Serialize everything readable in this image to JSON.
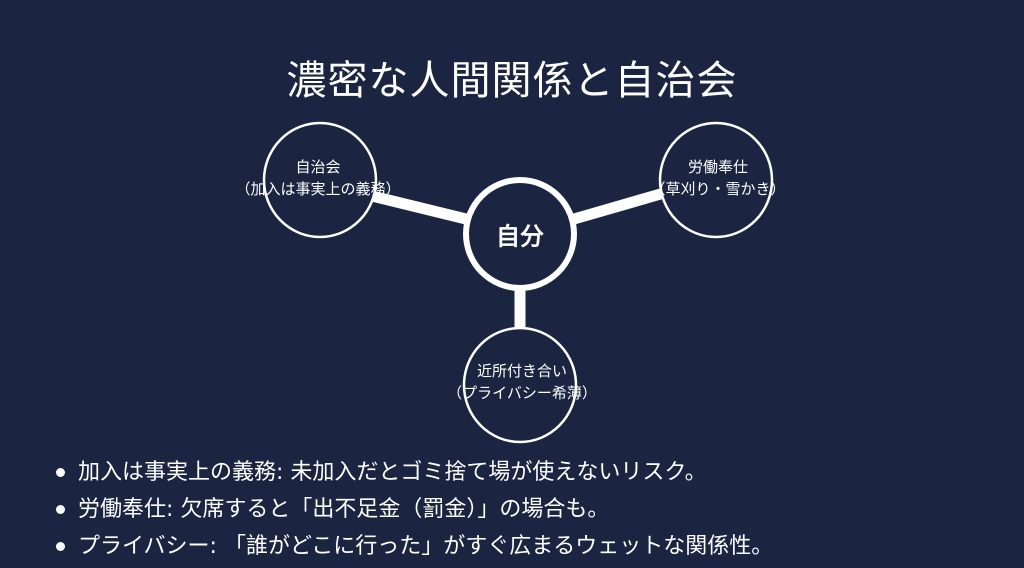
{
  "title": "濃密な人間関係と自治会",
  "diagram": {
    "center": "自分",
    "nodes": [
      {
        "line1": "自治会",
        "line2": "（加入は事実上の義務）"
      },
      {
        "line1": "労働奉仕",
        "line2": "（草刈り・雪かき）"
      },
      {
        "line1": "近所付き合い",
        "line2": "（プライバシー希薄）"
      }
    ]
  },
  "bullets": [
    "加入は事実上の義務: 未加入だとゴミ捨て場が使えないリスク。",
    "労働奉仕: 欠席すると「出不足金（罰金）」の場合も。",
    "プライバシー: 「誰がどこに行った」がすぐ広まるウェットな関係性。"
  ],
  "colors": {
    "background": "#1b2541",
    "foreground": "#ffffff"
  }
}
